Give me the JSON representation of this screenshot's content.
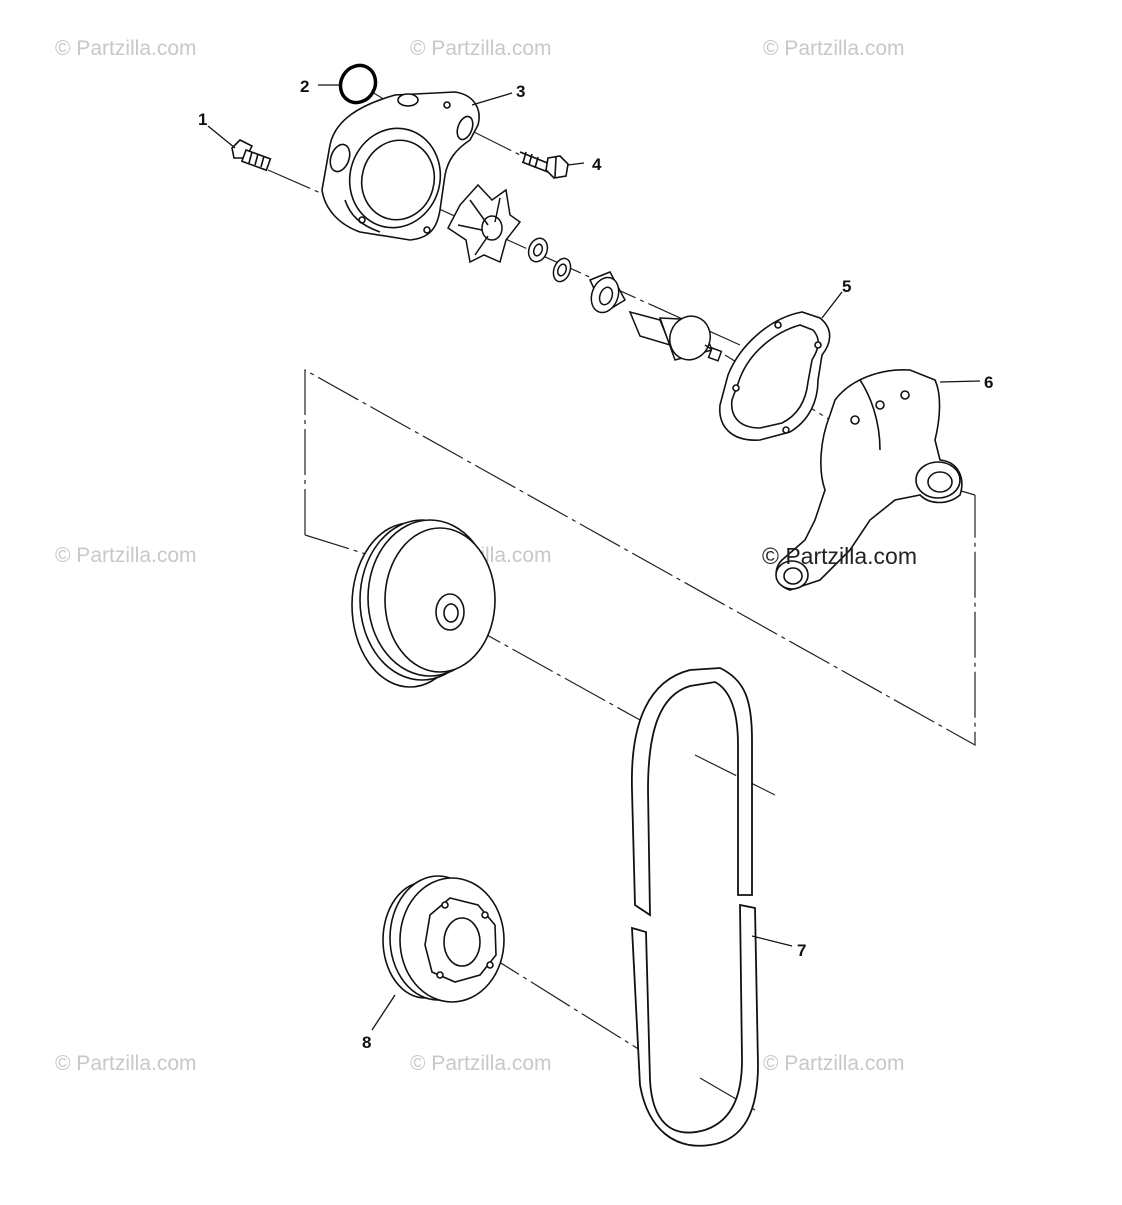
{
  "watermark": {
    "text": "© Partzilla.com",
    "main_text": "© Partzilla.com",
    "color": "#c8c8c8"
  },
  "callouts": [
    {
      "id": "1",
      "label": "1"
    },
    {
      "id": "2",
      "label": "2"
    },
    {
      "id": "3",
      "label": "3"
    },
    {
      "id": "4",
      "label": "4"
    },
    {
      "id": "5",
      "label": "5"
    },
    {
      "id": "6",
      "label": "6"
    },
    {
      "id": "7",
      "label": "7"
    },
    {
      "id": "8",
      "label": "8"
    }
  ]
}
